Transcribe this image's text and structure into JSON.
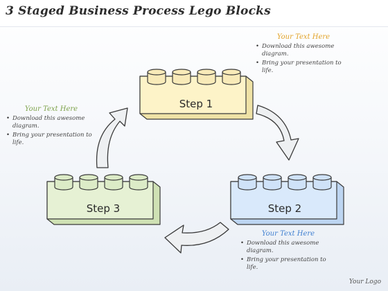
{
  "title": "3 Staged Business Process Lego Blocks",
  "steps": [
    {
      "label": "Step 1",
      "color": "#fdf3c8",
      "side": "#efe2a6",
      "stud": "#f8eab8"
    },
    {
      "label": "Step 2",
      "color": "#d9e9fb",
      "side": "#bdd5f1",
      "stud": "#cfe2f8"
    },
    {
      "label": "Step 3",
      "color": "#e6f1d4",
      "side": "#cfe1b4",
      "stud": "#dcebc7"
    }
  ],
  "notes": {
    "top": {
      "heading": "Your Text Here",
      "bullets": [
        "Download this awesome diagram.",
        "Bring your presentation to life."
      ]
    },
    "left": {
      "heading": "Your Text Here",
      "bullets": [
        "Download this awesome diagram.",
        "Bring your presentation to life."
      ]
    },
    "bottom": {
      "heading": "Your Text Here",
      "bullets": [
        "Download this awesome diagram.",
        "Bring your presentation to life."
      ]
    }
  },
  "logo": "Your Logo",
  "colors": {
    "outline": "#3a3a3a",
    "arrow_fill": "#eef0f2",
    "heading_top": "#e2a227",
    "heading_left": "#7da24a",
    "heading_bottom": "#3f7fd0"
  }
}
